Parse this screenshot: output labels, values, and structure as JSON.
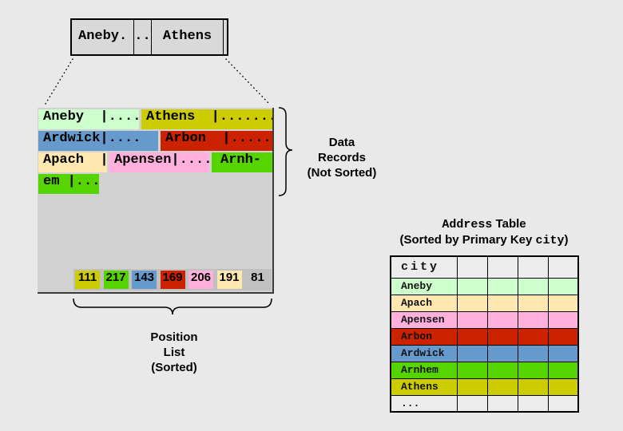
{
  "index_node": {
    "cells": [
      {
        "text": "Aneby."
      },
      {
        "text": ".."
      },
      {
        "text": "Athens"
      },
      {
        "text": ""
      }
    ]
  },
  "records": {
    "label_lines": [
      "Data",
      "Records",
      "(Not Sorted)"
    ],
    "rows": [
      {
        "cells": [
          {
            "text": "Aneby  |....",
            "color": "#ccffcc"
          },
          {
            "text": "Athens  |.......",
            "color": "#cccc00"
          }
        ]
      },
      {
        "cells": [
          {
            "text": "Ardwick|....",
            "color": "#6699cc"
          },
          {
            "text": "Arbon  |......",
            "color": "#cc2200"
          }
        ]
      },
      {
        "cells": [
          {
            "text": "Apach  |",
            "color": "#ffe7b0"
          },
          {
            "text": "Apensen|....",
            "color": "#ffb0dc"
          },
          {
            "text": "Arnh-",
            "color": "#55d400"
          }
        ]
      },
      {
        "cells": [
          {
            "text": "em |...",
            "color": "#55d400"
          }
        ]
      }
    ]
  },
  "position_list": {
    "label_lines": [
      "Position",
      "List",
      "(Sorted)"
    ],
    "cells": [
      {
        "value": "111",
        "color": "#cccc00"
      },
      {
        "value": "217",
        "color": "#55d400"
      },
      {
        "value": "143",
        "color": "#6699cc"
      },
      {
        "value": "169",
        "color": "#cc2200"
      },
      {
        "value": "206",
        "color": "#ffb0dc"
      },
      {
        "value": "191",
        "color": "#ffe7b0"
      },
      {
        "value": "81",
        "color": "#c0c0c0"
      }
    ]
  },
  "address_table": {
    "title_key_part": "Address",
    "title_rest": " Table",
    "subtitle_prefix": "(Sorted by Primary Key ",
    "subtitle_key": "city",
    "subtitle_suffix": ")",
    "header": "city",
    "rows": [
      {
        "city": "Aneby",
        "color": "#ccffcc"
      },
      {
        "city": "Apach",
        "color": "#ffe7b0"
      },
      {
        "city": "Apensen",
        "color": "#ffb0dc"
      },
      {
        "city": "Arbon",
        "color": "#cc2200"
      },
      {
        "city": "Ardwick",
        "color": "#6699cc"
      },
      {
        "city": "Arnhem",
        "color": "#55d400"
      },
      {
        "city": "Athens",
        "color": "#cccc00"
      },
      {
        "city": "...",
        "color": "#ececec"
      }
    ]
  }
}
